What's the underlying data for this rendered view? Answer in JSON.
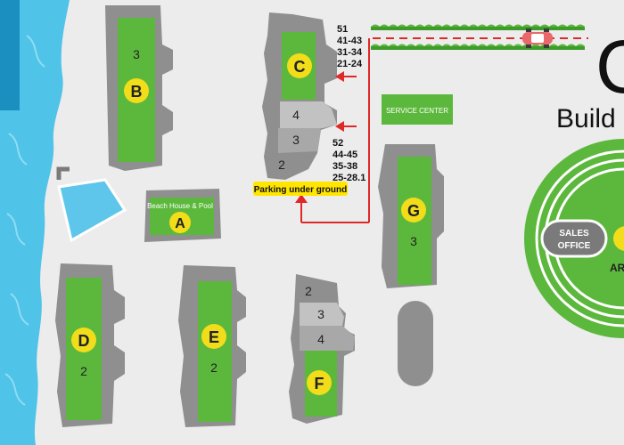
{
  "colors": {
    "background": "#ececec",
    "water": "#4fc3e8",
    "pool": "#5ec6ea",
    "grass": "#5cb83c",
    "grass_light": "#78c95a",
    "building_dark": "#8f8f8f",
    "building_light": "#c2c2c2",
    "marker": "#f2dd1a",
    "arrow": "#e02828",
    "service_center": "#5cb83c",
    "sales_office": "#7a7a7a",
    "blue_panel": "#1a8fc0"
  },
  "buildings": {
    "A": {
      "letter": "A",
      "caption": "Beach House & Pool"
    },
    "B": {
      "letter": "B",
      "floors": "3"
    },
    "C": {
      "letter": "C",
      "floors_low": "4",
      "floors_mid": "3",
      "floors_base": "2"
    },
    "D": {
      "letter": "D",
      "floors": "2"
    },
    "E": {
      "letter": "E",
      "floors": "2"
    },
    "F": {
      "letter": "F",
      "floors_top": "2",
      "floors_mid": "3",
      "floors_low": "4"
    },
    "G": {
      "letter": "G",
      "floors": "3"
    }
  },
  "parking": {
    "top_list": [
      "51",
      "41-43",
      "31-34",
      "21-24"
    ],
    "bottom_list": [
      "52",
      "44-45",
      "35-38",
      "25-28.1"
    ],
    "underground_label": "Parking under ground"
  },
  "service_center": {
    "label": "SERVICE CENTER"
  },
  "sales_office": {
    "line1": "SALES",
    "line2": "OFFICE"
  },
  "arc_partial_label": "AR",
  "title_partial": {
    "big": "C",
    "word": "Build"
  },
  "icons": {
    "car": "car-icon",
    "marker": "circle-marker-icon",
    "arrow": "arrow-left-icon",
    "bracket": "bracket-icon"
  }
}
